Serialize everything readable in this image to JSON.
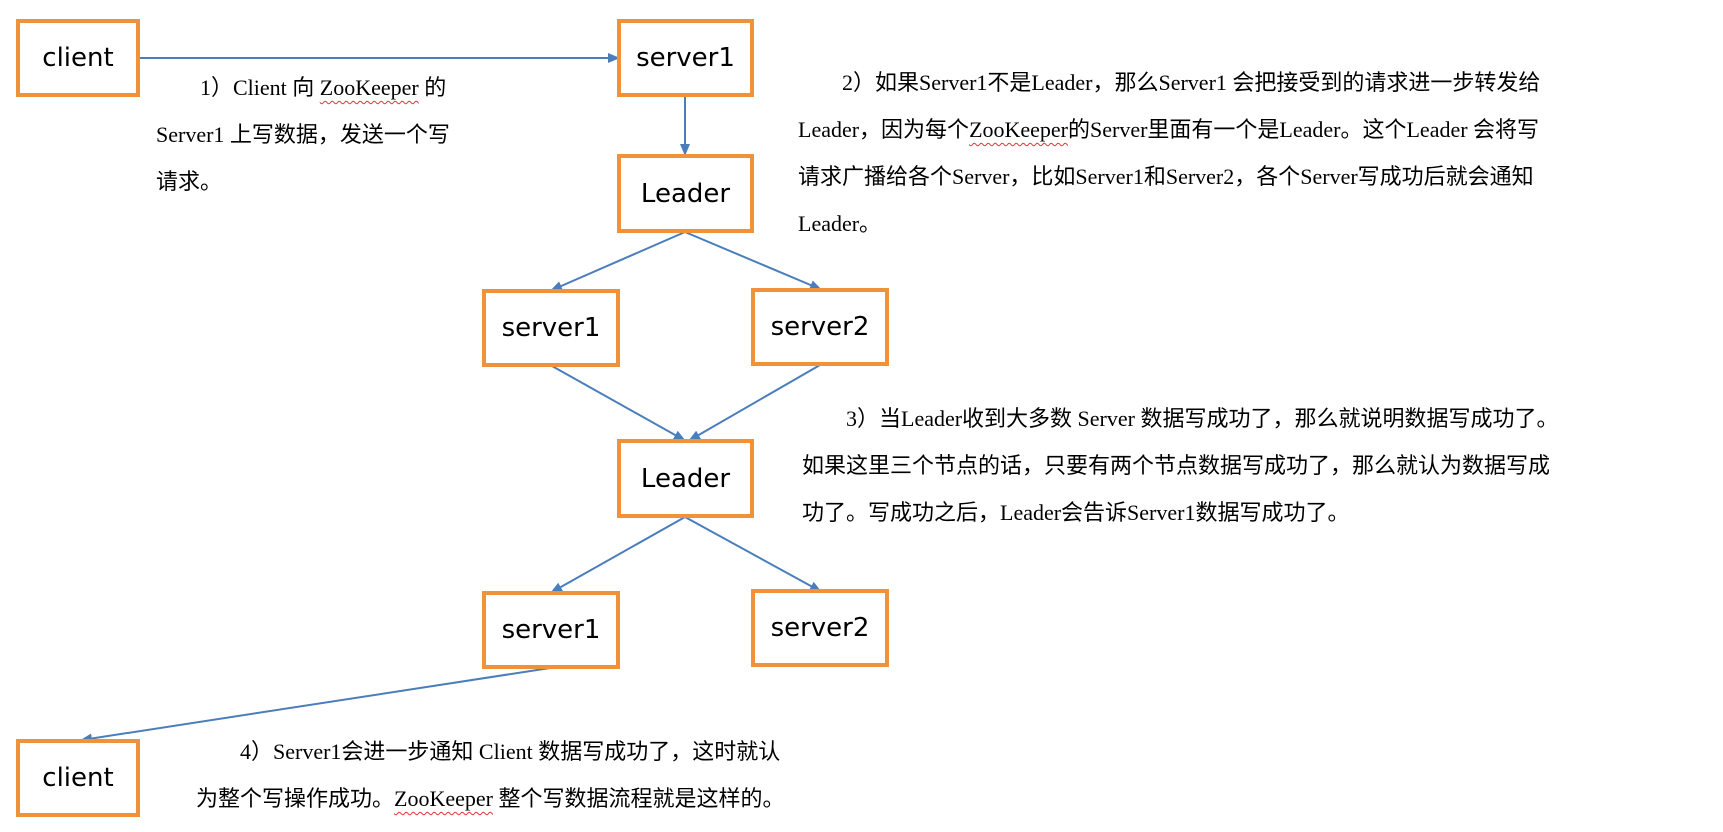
{
  "colors": {
    "box_border": "#F0923A",
    "arrow": "#4A7EBB"
  },
  "nodes": {
    "client_top": "client",
    "server1_top": "server1",
    "leader_1": "Leader",
    "server1_mid": "server1",
    "server2_mid": "server2",
    "leader_2": "Leader",
    "server1_bottom": "server1",
    "server2_bottom": "server2",
    "client_bottom": "client"
  },
  "notes": {
    "step1": {
      "l1a": "1）Client 向 ",
      "l1zk": "ZooKeeper",
      "l1b": " 的",
      "l2": "Server1 上写数据，发送一个写",
      "l3": "请求。"
    },
    "step2": {
      "l1": "2）如果Server1不是Leader，那么Server1 会把接受到的请求进一步转发给",
      "l2a": "Leader，因为每个",
      "l2zk": "ZooKeeper",
      "l2b": "的Server里面有一个是Leader。这个Leader 会将写",
      "l3": "请求广播给各个Server，比如Server1和Server2，各个Server写成功后就会通知",
      "l4": "Leader。"
    },
    "step3": {
      "l1": "3）当Leader收到大多数 Server 数据写成功了，那么就说明数据写成功了。",
      "l2": "如果这里三个节点的话，只要有两个节点数据写成功了，那么就认为数据写成",
      "l3": "功了。写成功之后，Leader会告诉Server1数据写成功了。"
    },
    "step4": {
      "l1": "4）Server1会进一步通知 Client 数据写成功了，这时就认",
      "l2zk": "ZooKeeper",
      "l2a": "为整个写操作成功。",
      "l2b": " 整个写数据流程就是这样的。"
    }
  }
}
